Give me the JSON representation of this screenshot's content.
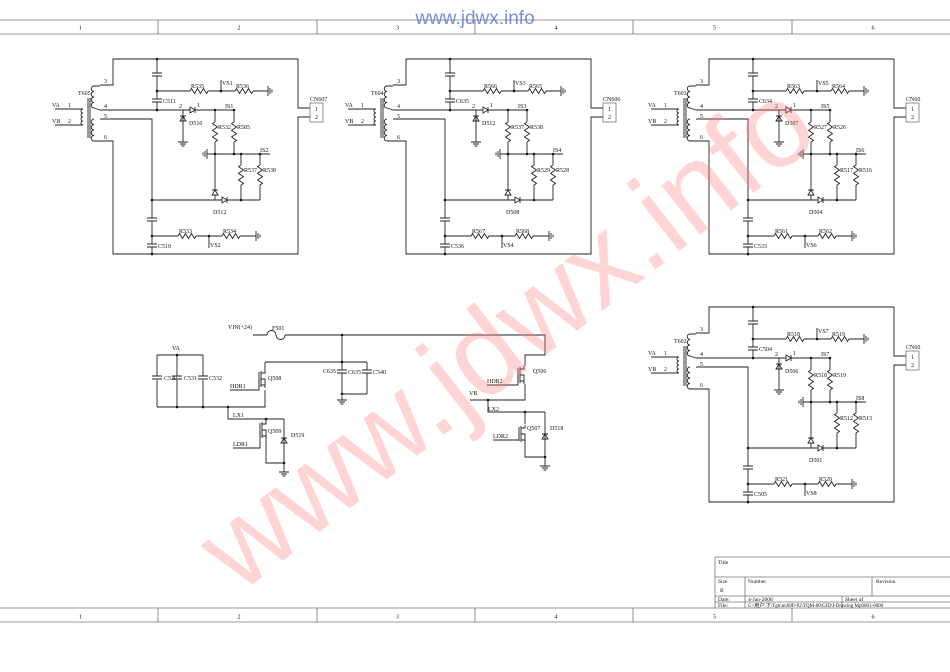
{
  "watermark": {
    "top": "www.jdwx.info",
    "big": "www.jdwx.info"
  },
  "border": {
    "columns": [
      "1",
      "2",
      "3",
      "4",
      "5",
      "6"
    ]
  },
  "title_block": {
    "title_label": "Title",
    "size_label": "Size",
    "size_value": "B",
    "number_label": "Number",
    "revision_label": "Revision",
    "date_label": "Date:",
    "date_value": "4-Jan-2008",
    "sheet_label": "Sheet   of",
    "file_label": "File:",
    "file_value": "G:\\用户\\下\\Tgn\\m\\09P-P2\\TQM-00\\GID\\I-Drawing Mp0001-0000"
  },
  "common": {
    "va": "VA",
    "vb": "VB",
    "pins": [
      "1",
      "2",
      "3",
      "4",
      "5",
      "6"
    ],
    "cn_pins": [
      "1",
      "2"
    ],
    "d_pins": [
      "2",
      "1"
    ]
  },
  "modules": [
    {
      "t": "T605",
      "r1": "R535",
      "vs1": "VS1",
      "r2": "R536",
      "c1": "C511",
      "d1": "D510",
      "is1": "IS1",
      "r3": "R532",
      "r4": "R585",
      "is2": "IS2",
      "r5": "R537",
      "r6": "R538",
      "d2": "D512",
      "c2": "C510",
      "r7": "R533",
      "r8": "R534",
      "vs2": "VS2",
      "cn": "CN607"
    },
    {
      "t": "T604",
      "r1": "R566",
      "vs1": "VS3",
      "r2": "R565",
      "c1": "C635",
      "d1": "D512",
      "is1": "IS3",
      "r3": "R537",
      "r4": "R538",
      "is2": "IS4",
      "r5": "R529",
      "r6": "R528",
      "d2": "D508",
      "c2": "C536",
      "r7": "R567",
      "r8": "R568",
      "vs2": "VS4",
      "cn": "CN606"
    },
    {
      "t": "T603",
      "r1": "R563",
      "vs1": "VS5",
      "r2": "R564",
      "c1": "C634",
      "d1": "D507",
      "is1": "IS5",
      "r3": "R527",
      "r4": "R526",
      "is2": "IS6",
      "r5": "R517",
      "r6": "R516",
      "d2": "D504",
      "c2": "C533",
      "r7": "R561",
      "r8": "R562",
      "vs2": "VS6",
      "cn": "CN60"
    },
    {
      "t": "T602",
      "r1": "R518",
      "vs1": "VS7",
      "r2": "R519",
      "c1": "C504",
      "d1": "D506",
      "is1": "IS7",
      "r3": "R518",
      "r4": "R519",
      "is2": "IS8",
      "r5": "R512",
      "r6": "R513",
      "d2": "D501",
      "c2": "C505",
      "r7": "R521",
      "r8": "R520",
      "vs2": "VS8",
      "cn": "CN60"
    }
  ],
  "driver": {
    "vin": "VIN(+24)",
    "fuse": "F501",
    "va": "VA",
    "vb": "VB",
    "c530": "C530",
    "c531": "C531",
    "c532": "C532",
    "c635": "C635",
    "c540": "C540",
    "hdr1": "HDR1",
    "ldr1": "LDR1",
    "hdr2": "HDR2",
    "ldr2": "LDR2",
    "q508": "Q508",
    "q509": "Q509",
    "q506": "Q506",
    "q507": "Q507",
    "d519": "D519",
    "d518": "D518",
    "lx1": "LX1",
    "lx2": "LX2"
  }
}
